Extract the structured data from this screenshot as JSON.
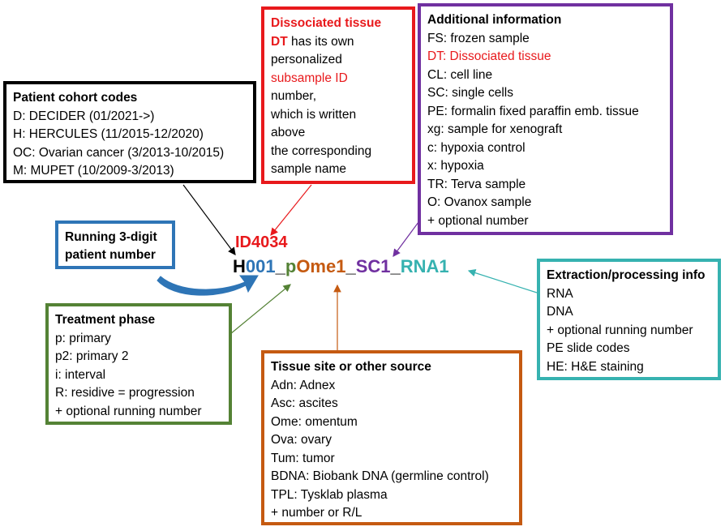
{
  "colors": {
    "black": "#000000",
    "red": "#e8191c",
    "purple": "#7030a0",
    "blue": "#2e75b6",
    "green": "#548235",
    "orange": "#c55a11",
    "teal": "#36b2b0"
  },
  "sample": {
    "id": "ID4034",
    "parts": {
      "cohort": "H",
      "patient": "001",
      "sep1": "_",
      "phase": "p",
      "site": "Ome1",
      "sep2": "_",
      "processing": "SC1",
      "sep3": "_",
      "extraction": "RNA1"
    }
  },
  "cohort_box": {
    "title": "Patient cohort codes",
    "lines": [
      "D: DECIDER (01/2021->)",
      "H: HERCULES (11/2015-12/2020)",
      "OC: Ovarian cancer (3/2013-10/2015)",
      "M: MUPET (10/2009-3/2013)"
    ]
  },
  "dissociated_box": {
    "title": "Dissociated tissue",
    "dt": "DT",
    "line1_rest": " has its own",
    "line2": "personalized",
    "line3": "subsample ID",
    "lines": [
      "number,",
      "which is written",
      "above",
      "the corresponding",
      "sample name"
    ]
  },
  "additional_box": {
    "title": "Additional information",
    "lines": [
      "FS: frozen sample",
      "DT: Dissociated tissue",
      "CL: cell line",
      "SC: single cells",
      "PE: formalin fixed paraffin emb. tissue",
      "xg: sample for xenograft",
      "c: hypoxia control",
      "x: hypoxia",
      "TR: Terva sample",
      "O: Ovanox sample",
      "+ optional number"
    ]
  },
  "running_box": {
    "lines": [
      "Running 3-digit",
      "patient number"
    ]
  },
  "treatment_box": {
    "title": "Treatment phase",
    "lines": [
      "p: primary",
      "p2: primary 2",
      "i: interval",
      "R: residive = progression",
      "+ optional running number"
    ]
  },
  "tissue_box": {
    "title": "Tissue site or other source",
    "lines": [
      "Adn: Adnex",
      "Asc: ascites",
      "Ome: omentum",
      "Ova: ovary",
      "Tum: tumor",
      "BDNA: Biobank DNA (germline control)",
      "TPL: Tysklab plasma",
      "+ number or R/L"
    ]
  },
  "extraction_box": {
    "title": "Extraction/processing info",
    "lines": [
      "RNA",
      "DNA",
      "+ optional running number",
      "PE slide codes",
      "HE: H&E staining"
    ]
  }
}
